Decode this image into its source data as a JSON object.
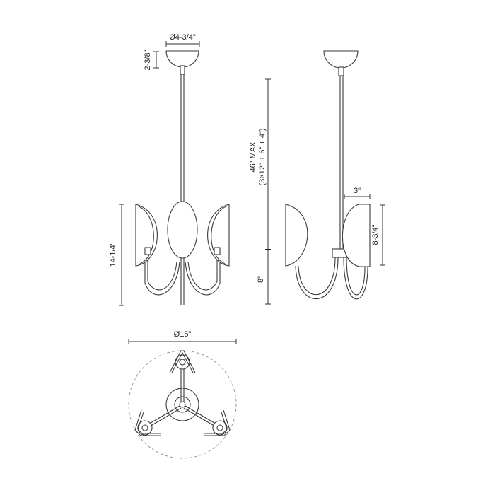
{
  "diagram": {
    "type": "pendant-light-dimension-drawing",
    "views": [
      "front-view",
      "side-view",
      "top-view"
    ],
    "line_color": "#3a3a3a",
    "background": "#ffffff",
    "front_view": {
      "canopy_diameter": "Ø4-3/4\"",
      "canopy_height": "2-3/8\"",
      "fixture_height": "14-1/4\""
    },
    "side_view": {
      "overall_height_line1": "46\" MAX",
      "overall_height_line2": "(3×12\" + 6\" + 4\")",
      "lower_height": "8\"",
      "shade_offset": "3\"",
      "shade_height": "8-3/4\""
    },
    "top_view": {
      "overall_diameter": "Ø15\""
    }
  }
}
